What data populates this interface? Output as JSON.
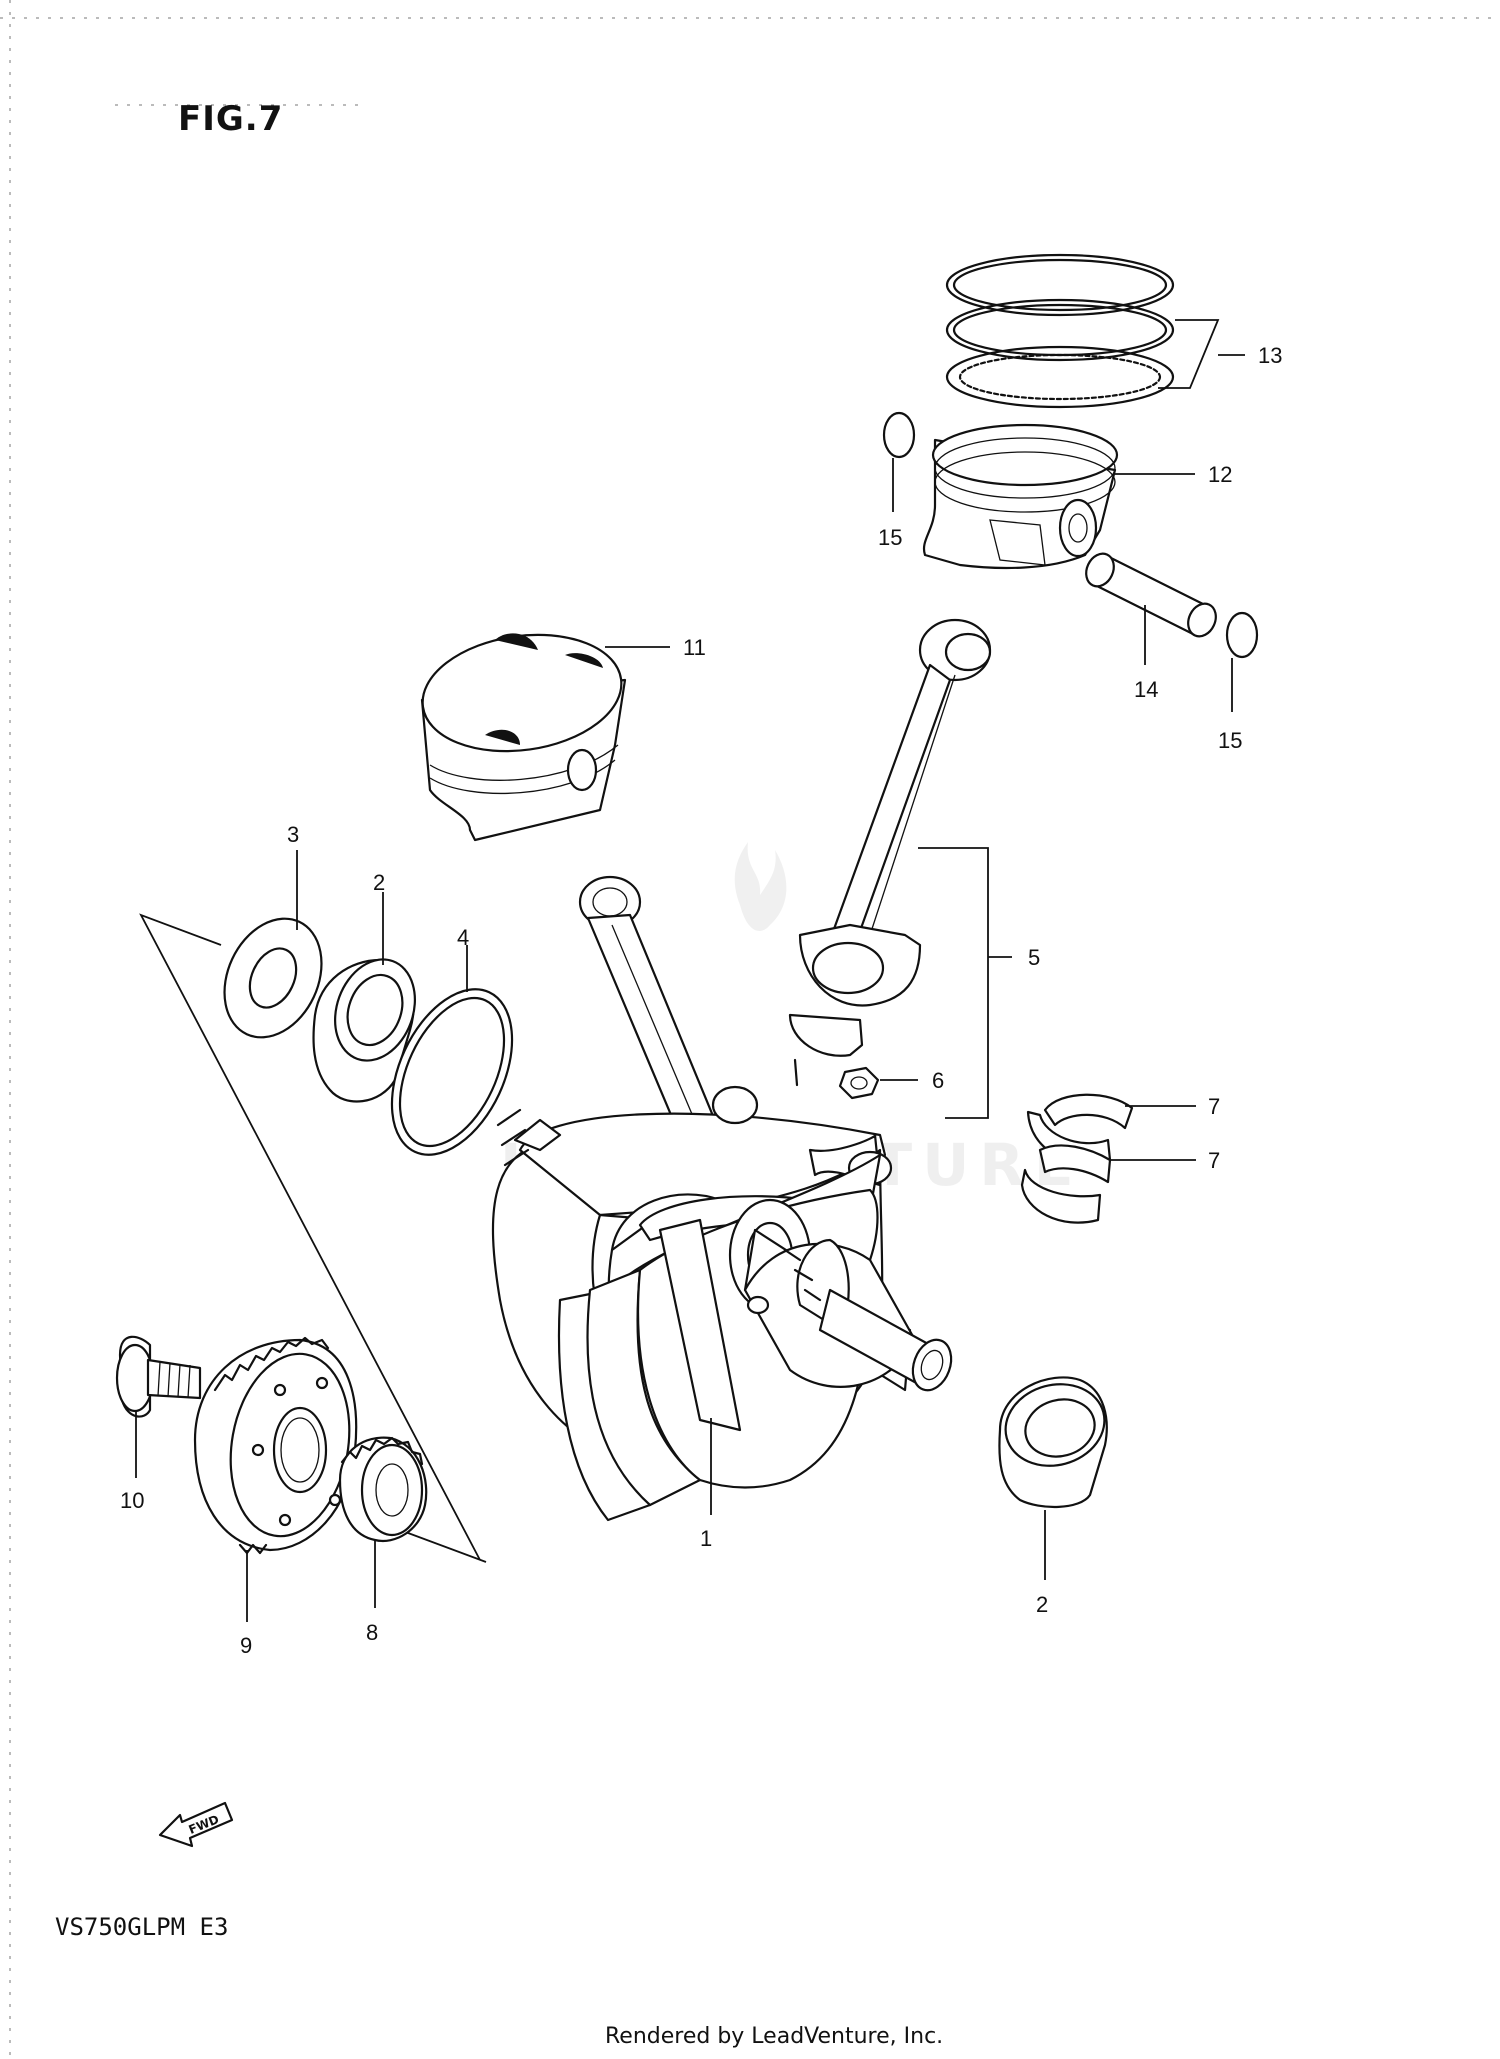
{
  "figure": {
    "title": "FIG.7",
    "model_code": "VS750GLPM E3",
    "footer": "Rendered by LeadVenture, Inc.",
    "watermark": "LEADVENTURE",
    "direction_marker": "FWD"
  },
  "callouts": {
    "c1": "1",
    "c2a": "2",
    "c2b": "2",
    "c3": "3",
    "c4": "4",
    "c5": "5",
    "c6": "6",
    "c7a": "7",
    "c7b": "7",
    "c8": "8",
    "c9": "9",
    "c10": "10",
    "c11": "11",
    "c12": "12",
    "c13": "13",
    "c14": "14",
    "c15a": "15",
    "c15b": "15"
  }
}
